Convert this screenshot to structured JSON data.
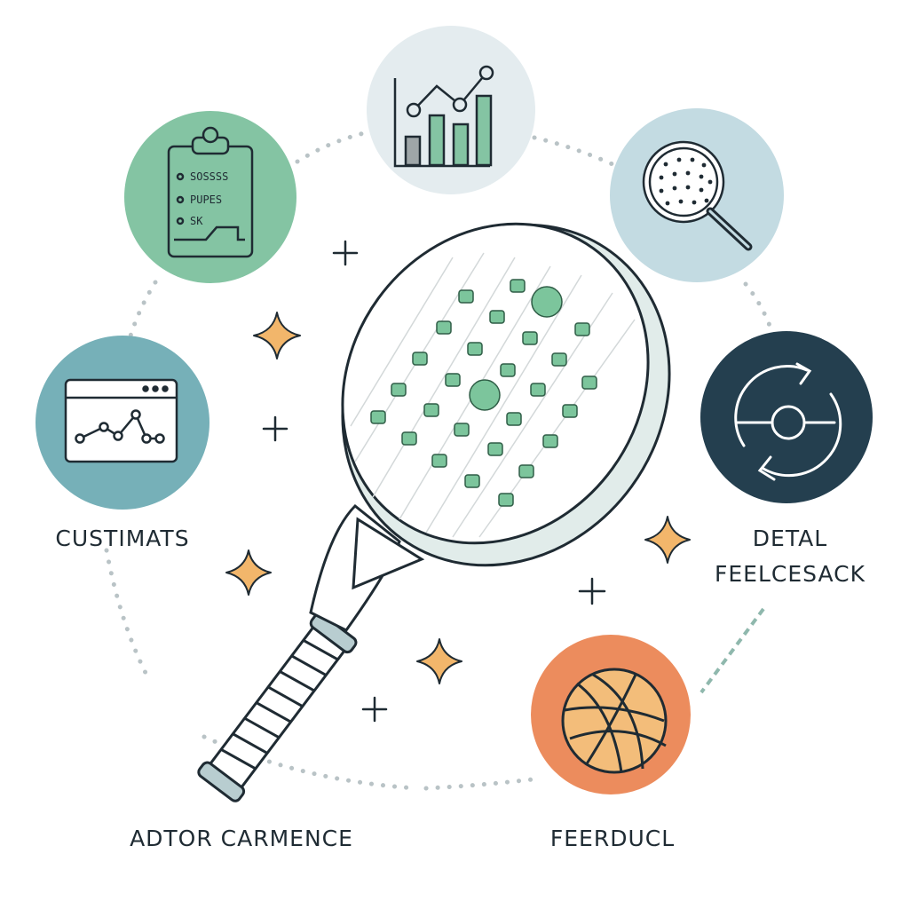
{
  "nodes": {
    "clipboard": {
      "lines": [
        "SOSSSS",
        "PUPES",
        "SK"
      ],
      "color": "#84c4a3",
      "icon": "clipboard-icon"
    },
    "chart": {
      "color": "#e4ecef",
      "icon": "bar-line-chart-icon"
    },
    "magnifier": {
      "color": "#c3dbe2",
      "icon": "magnifier-icon"
    },
    "browser": {
      "label": "CUSTIMATS",
      "color": "#76b0b8",
      "icon": "browser-chart-icon"
    },
    "refresh": {
      "label_line1": "DETAL",
      "label_line2": "FEELCESACK",
      "color": "#243f4f",
      "icon": "refresh-icon"
    },
    "ball": {
      "label": "FEERDUCL",
      "color": "#ec8c5d",
      "icon": "volleyball-icon"
    }
  },
  "center": {
    "label": "ADTOR CARMENCE",
    "icon": "padel-racket-icon"
  },
  "colors": {
    "outline": "#1f2b33",
    "green": "#7cc59c",
    "star": "#f2b66b",
    "dots": "#b9c3c6"
  }
}
